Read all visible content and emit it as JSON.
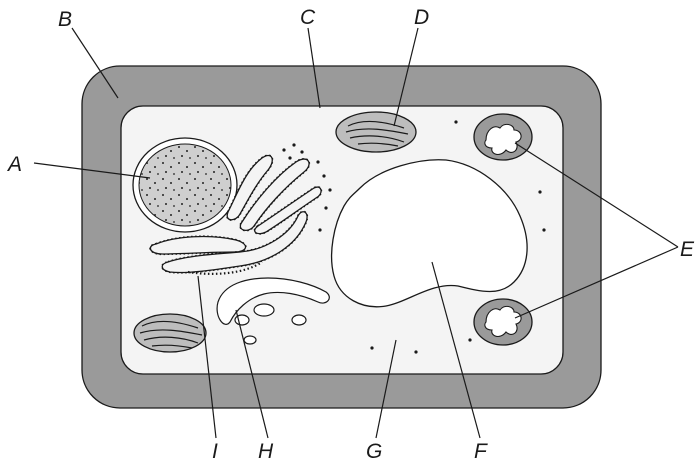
{
  "diagram": {
    "labels": {
      "A": "A",
      "B": "B",
      "C": "C",
      "D": "D",
      "E": "E",
      "F": "F",
      "G": "G",
      "H": "H",
      "I": "I"
    }
  }
}
